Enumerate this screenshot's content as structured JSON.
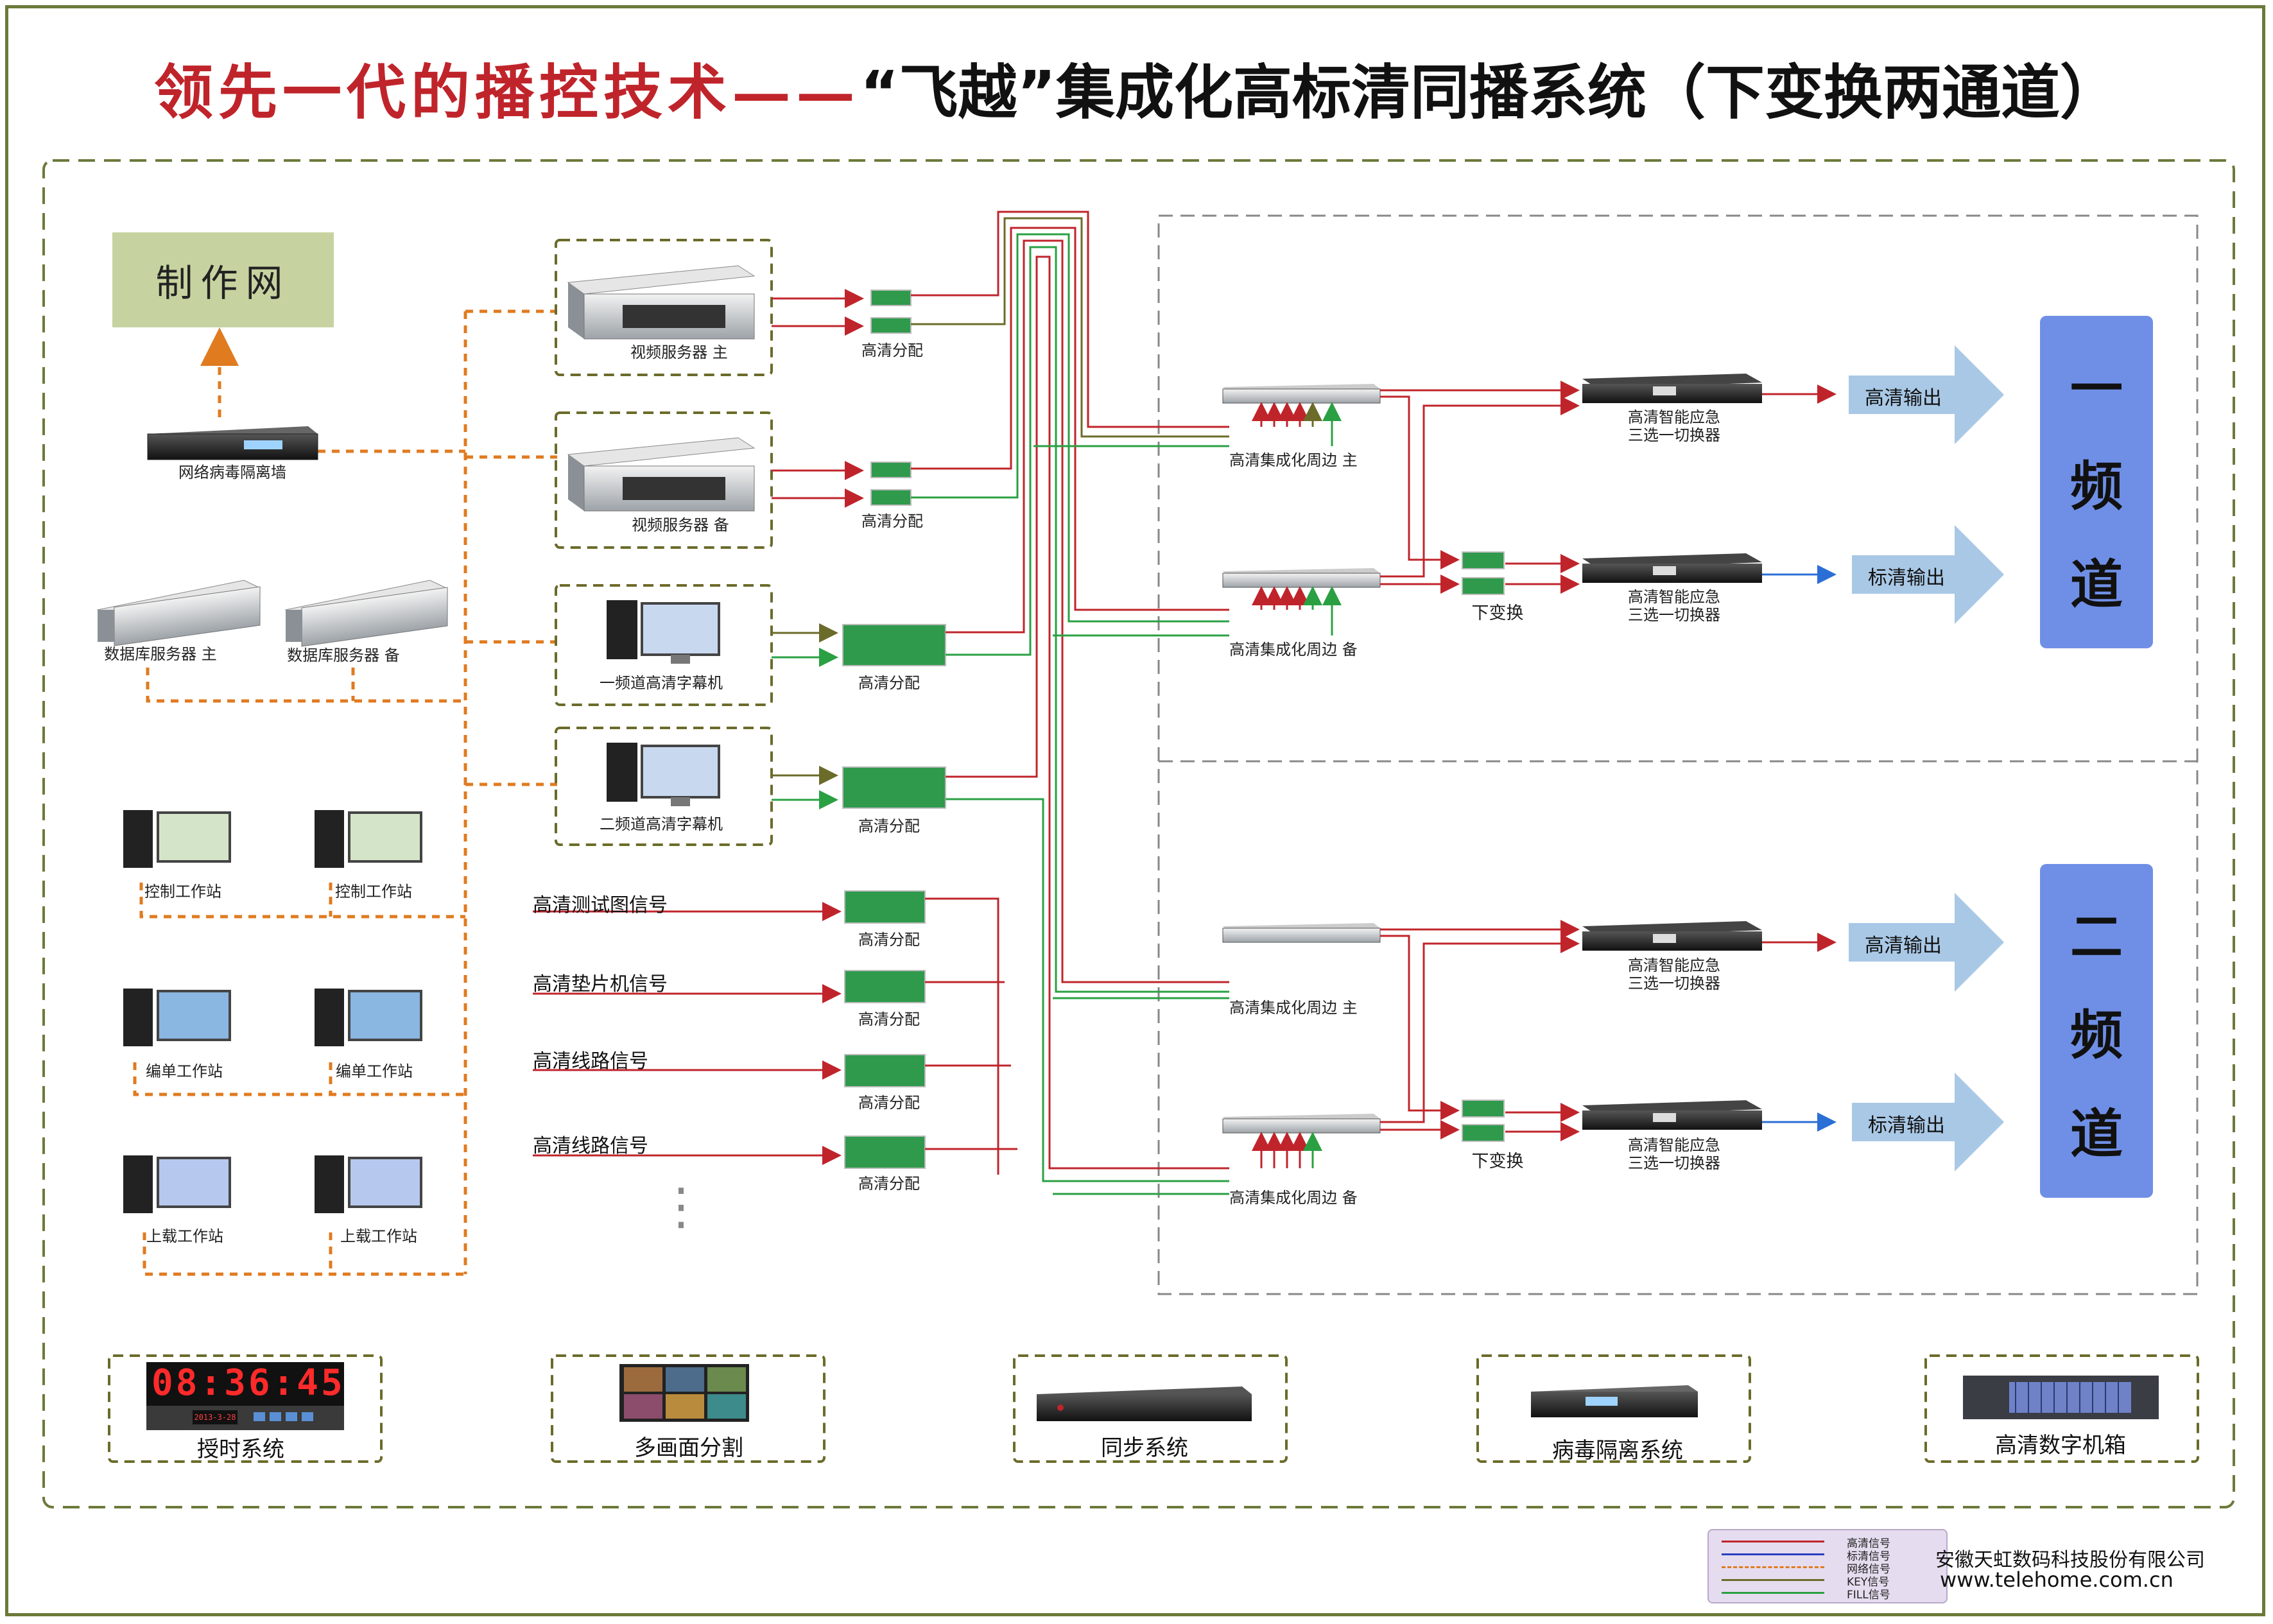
{
  "title": {
    "part1": "领先一代的播控技术——",
    "part2": "“飞越”集成化高标清同播系统（下变换两通道）"
  },
  "production_network": "制作网",
  "firewall": "网络病毒隔离墙",
  "servers": {
    "main": "视频服务器 主",
    "backup": "视频服务器 备"
  },
  "db_servers": {
    "main": "数据库服务器 主",
    "backup": "数据库服务器 备"
  },
  "caption_machines": {
    "ch1": "一频道高清字幕机",
    "ch2": "二频道高清字幕机"
  },
  "workstations": {
    "control": "控制工作站",
    "edit": "编单工作站",
    "upload": "上载工作站"
  },
  "hd_distribution": "高清分配",
  "signals": {
    "test": "高清测试图信号",
    "pad": "高清垫片机信号",
    "line1": "高清线路信号",
    "line2": "高清线路信号"
  },
  "ellipsis": "⋮",
  "periphery": {
    "main": "高清集成化周边 主",
    "backup": "高清集成化周边 备"
  },
  "downconvert": "下变换",
  "switcher": {
    "line1": "高清智能应急",
    "line2": "三选一切换器"
  },
  "outputs": {
    "hd": "高清输出",
    "sd": "标清输出"
  },
  "channels": {
    "ch1": [
      "一",
      "频",
      "道"
    ],
    "ch2": [
      "二",
      "频",
      "道"
    ]
  },
  "bottom": {
    "timing": "授时系统",
    "clock_display": "08:36:45",
    "clock_small": "2013-3-28",
    "multiview": "多画面分割",
    "sync": "同步系统",
    "virus": "病毒隔离系统",
    "matrix": "高清数字机箱"
  },
  "legend": [
    {
      "label": "高清信号",
      "color": "#c0242b",
      "style": "solid"
    },
    {
      "label": "标清信号",
      "color": "#2b3fbf",
      "style": "solid"
    },
    {
      "label": "网络信号",
      "color": "#e07b20",
      "style": "dashed"
    },
    {
      "label": "KEY信号",
      "color": "#6b6b2a",
      "style": "solid"
    },
    {
      "label": "FILL信号",
      "color": "#2aa043",
      "style": "solid"
    }
  ],
  "company": "安徽天虹数码科技股份有限公司",
  "website": "www.telehome.com.cn",
  "colors": {
    "hd": "#c0242b",
    "sd": "#2b6fd6",
    "net": "#e07b20",
    "key": "#6b6b2a",
    "fill": "#2aa043",
    "channel": "#6f8fe6",
    "arrow": "#a9c8e6"
  }
}
